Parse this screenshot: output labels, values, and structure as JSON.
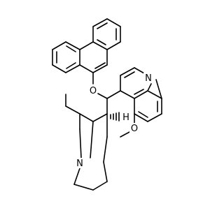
{
  "molecule": {
    "atom_labels": {
      "oxygen_ether": "O",
      "nitrogen_quinoline": "N",
      "oxygen_methoxy": "O",
      "nitrogen_quinuclidine": "N"
    },
    "stereo_hydrogen": "H"
  },
  "colors": {
    "bond": "#000000",
    "background": "#ffffff"
  }
}
